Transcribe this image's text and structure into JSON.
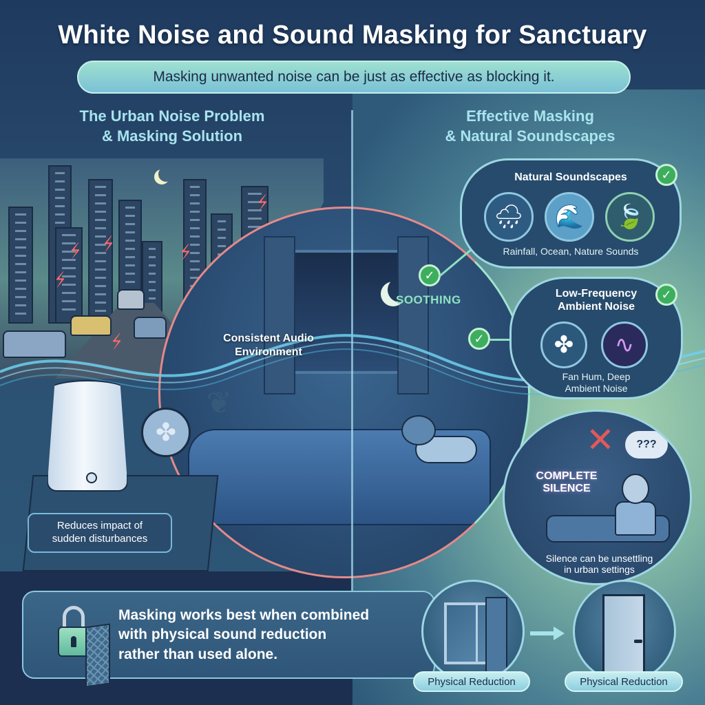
{
  "header": {
    "title": "White Noise and Sound Masking for Sanctuary",
    "subtitle": "Masking unwanted noise can be just as effective as blocking it."
  },
  "left_section": {
    "heading_line1": "The Urban Noise Problem",
    "heading_line2": "& Masking Solution",
    "scene_label_line1": "Consistent Audio",
    "scene_label_line2": "Environment",
    "callout_line1": "Reduces impact of",
    "callout_line2": "sudden disturbances",
    "icons": [
      "city-skyline-icon",
      "noise-spike-icon",
      "white-noise-machine-icon",
      "desk-fan-icon",
      "plant-icon"
    ]
  },
  "right_section": {
    "heading_line1": "Effective Masking",
    "heading_line2": "& Natural Soundscapes",
    "soothing_label": "SOOTHING",
    "panels": [
      {
        "title": "Natural Soundscapes",
        "caption": "Rainfall, Ocean, Nature Sounds",
        "status": "check",
        "icons": [
          {
            "name": "rain-cloud-icon",
            "glyph": "🌧"
          },
          {
            "name": "ocean-wave-icon",
            "glyph": "🌊"
          },
          {
            "name": "leaves-icon",
            "glyph": "🍃"
          }
        ]
      },
      {
        "title_line1": "Low-Frequency",
        "title_line2": "Ambient Noise",
        "caption_line1": "Fan Hum, Deep",
        "caption_line2": "Ambient Noise",
        "status": "check",
        "icons": [
          {
            "name": "fan-icon",
            "glyph": "✇"
          },
          {
            "name": "sound-wave-icon",
            "glyph": "∿"
          }
        ]
      },
      {
        "title_line1": "COMPLETE",
        "title_line2": "SILENCE",
        "caption_line1": "Silence can be unsettling",
        "caption_line2": "in urban settings",
        "status": "cross",
        "thought_bubble": "???"
      }
    ]
  },
  "bottom": {
    "message_line1": "Masking works best when combined",
    "message_line2": "with physical sound reduction",
    "message_line3": "rather than used alone.",
    "physical_items": [
      {
        "label": "Physical Reduction",
        "icon": "curtained-window-icon"
      },
      {
        "label": "Physical Reduction",
        "icon": "door-draft-stopper-icon"
      }
    ]
  },
  "glyphs": {
    "check": "✓",
    "cross": "✕",
    "noise": "⚡",
    "fan": "✤",
    "plant": "❦"
  },
  "colors": {
    "background_dark": "#1f3a5f",
    "accent_teal": "#a9e4ee",
    "check_green": "#3cae5e",
    "noise_red": "#ff6b6b",
    "cross_red": "#e05a5a",
    "pill_gradient_top": "#9ee0cf",
    "pill_gradient_bottom": "#7ac1d6"
  }
}
